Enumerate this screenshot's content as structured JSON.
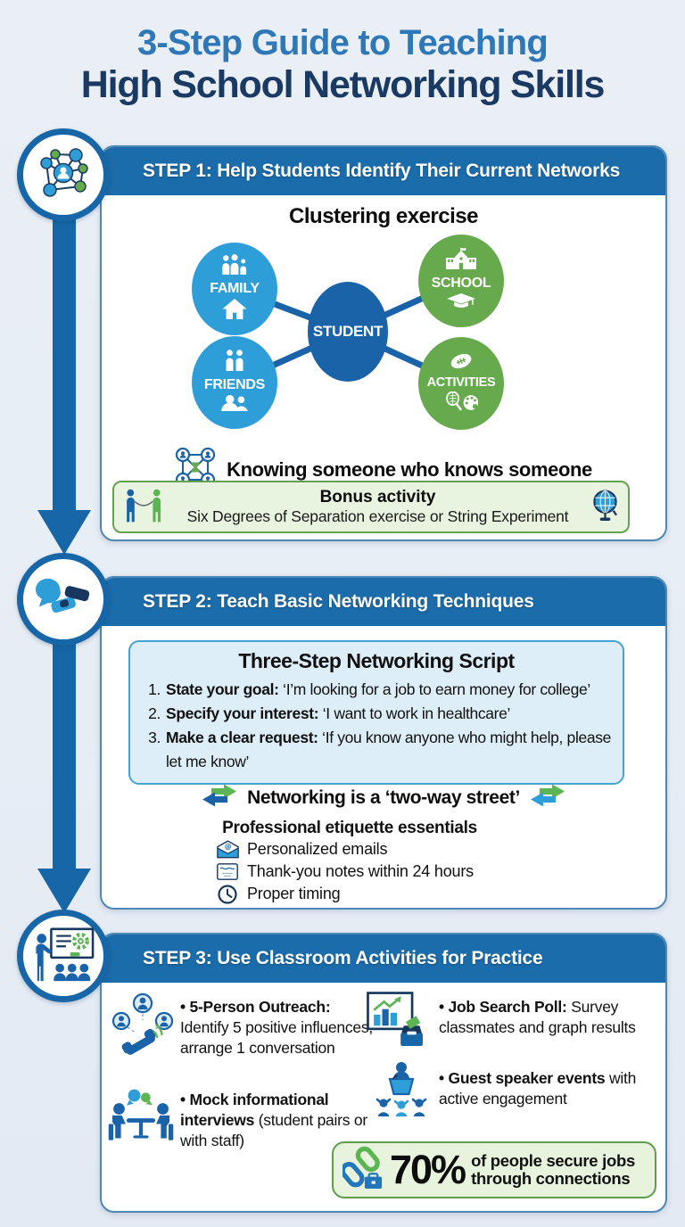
{
  "title": {
    "line1": "3-Step Guide to Teaching",
    "line2": "High School Networking Skills"
  },
  "colors": {
    "banner_blue": "#1b6cab",
    "rail_blue": "#1666a8",
    "node_light_blue": "#2e9ed9",
    "node_green": "#67aa4d",
    "student_navy": "#1b63a8",
    "title_blue": "#2e78b7",
    "title_navy": "#1a3a63",
    "bonus_green_bg": "#e8f3e0",
    "bonus_green_border": "#63a24e",
    "script_blue_bg": "#ddeef8",
    "script_blue_border": "#44a3d5",
    "stat_green_bg": "#e7f3dd",
    "page_bg": "#e9eef5"
  },
  "step1": {
    "badge_icon": "network-people-icon",
    "header": "STEP 1: Help Students Identify Their Current Networks",
    "cluster_title": "Clustering exercise",
    "cluster": {
      "center_label": "STUDENT",
      "nodes": [
        {
          "label": "FAMILY",
          "top_icon": "family-icon",
          "bottom_icon": "house-icon",
          "color": "#2e9ed9"
        },
        {
          "label": "SCHOOL",
          "top_icon": "school-building-icon",
          "bottom_icon": "graduation-cap-icon",
          "color": "#67aa4d"
        },
        {
          "label": "FRIENDS",
          "top_icon": "two-friends-icon",
          "bottom_icon": "people-group-icon",
          "color": "#2e9ed9"
        },
        {
          "label": "ACTIVITIES",
          "top_icon": "football-icon",
          "bottom_icon": "racket-palette-icon",
          "color": "#67aa4d"
        }
      ]
    },
    "tagline": "Knowing someone who knows someone",
    "tagline_icon": "connection-network-icon",
    "bonus": {
      "title": "Bonus activity",
      "text": "Six Degrees of Separation exercise or String Experiment",
      "left_icon": "string-people-icon",
      "right_icon": "globe-icon"
    }
  },
  "step2": {
    "badge_icon": "handshake-chat-icon",
    "header": "STEP 2: Teach Basic Networking Techniques",
    "script": {
      "title": "Three-Step Networking Script",
      "items": [
        {
          "num": "1.",
          "lead": "State your goal:",
          "text": " ‘I’m looking for a job to earn money for college’"
        },
        {
          "num": "2.",
          "lead": "Specify your interest:",
          "text": " ‘I want to work in healthcare’"
        },
        {
          "num": "3.",
          "lead": "Make a clear request:",
          "text": " ‘If you know anyone who might help, please let me know’"
        }
      ]
    },
    "tagline": "Networking is a ‘two-way street’",
    "tagline_icon": "two-way-arrows-icon",
    "etiquette": {
      "title": "Professional etiquette essentials",
      "items": [
        {
          "icon": "email-icon",
          "text": "Personalized emails"
        },
        {
          "icon": "thank-you-note-icon",
          "text": "Thank-you notes within 24 hours"
        },
        {
          "icon": "clock-icon",
          "text": "Proper timing"
        }
      ]
    }
  },
  "step3": {
    "badge_icon": "teacher-presentation-icon",
    "header": "STEP 3: Use Classroom Activities for Practice",
    "activities": [
      {
        "icon": "outreach-phone-icon",
        "lead": "• 5-Person Outreach:",
        "text": " Identify 5 positive influences, arrange 1 conversation"
      },
      {
        "icon": "poll-chart-icon",
        "lead": "• Job Search Poll:",
        "text": " Survey classmates and graph results"
      },
      {
        "icon": "mock-interview-icon",
        "lead": "• Mock informational interviews",
        "text": " (student pairs or with staff)"
      },
      {
        "icon": "guest-speaker-icon",
        "lead": "• Guest speaker events",
        "text": " with active engagement"
      }
    ],
    "stat": {
      "icon": "chain-briefcase-icon",
      "value": "70%",
      "line1": "of people secure jobs",
      "line2": "through connections"
    }
  }
}
